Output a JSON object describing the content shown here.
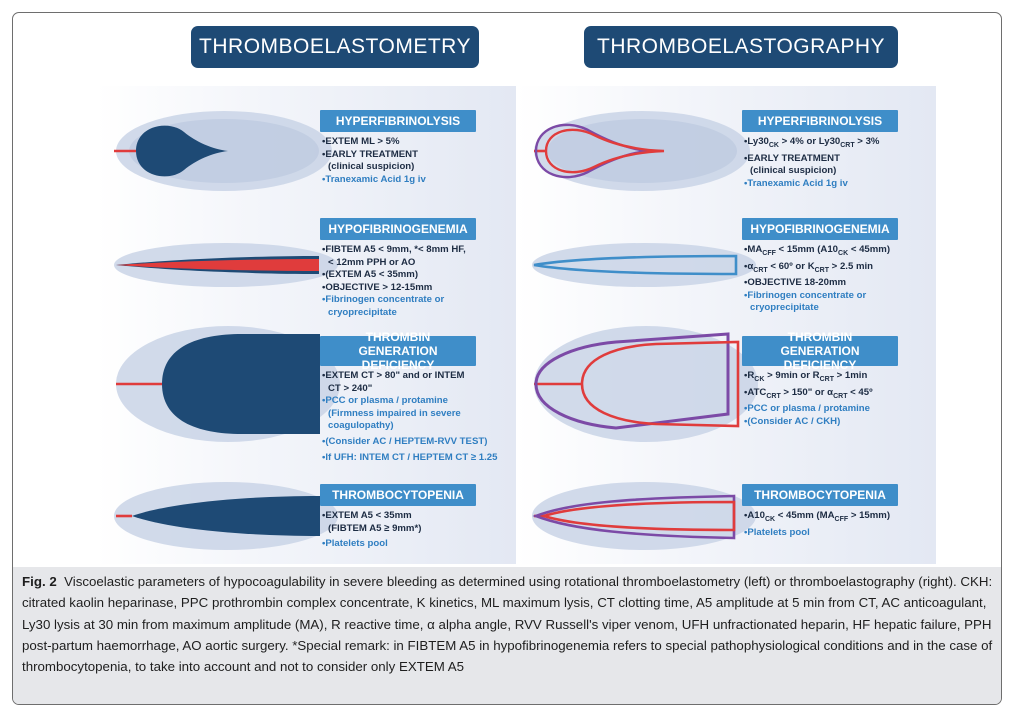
{
  "left": {
    "title": "THROMBOELASTOMETRY",
    "sections": [
      {
        "header": "HYPERFIBRINOLYSIS",
        "lines": [
          {
            "text": "•EXTEM ML > 5%",
            "style": "dark"
          },
          {
            "text": "•EARLY TREATMENT",
            "style": "dark"
          },
          {
            "text": "(clinical suspicion)",
            "style": "dark"
          },
          {
            "text": "•Tranexamic Acid 1g iv",
            "style": "blue"
          }
        ]
      },
      {
        "header": "HYPOFIBRINOGENEMIA",
        "lines": [
          {
            "text": "•FIBTEM A5 < 9mm, *< 8mm HF,",
            "style": "dark"
          },
          {
            "text": "< 12mm PPH or AO",
            "style": "dark"
          },
          {
            "text": "•(EXTEM A5 < 35mm)",
            "style": "dark"
          },
          {
            "text": "•OBJECTIVE > 12-15mm",
            "style": "dark"
          },
          {
            "text": "•Fibrinogen concentrate or",
            "style": "blue"
          },
          {
            "text": "cryoprecipitate",
            "style": "blue"
          }
        ]
      },
      {
        "header": "THROMBIN GENERATION DEFICIENCY",
        "lines": [
          {
            "text": "•EXTEM CT > 80\" and or INTEM",
            "style": "dark"
          },
          {
            "text": "CT > 240\"",
            "style": "dark"
          },
          {
            "text": "•PCC or plasma / protamine",
            "style": "blue"
          },
          {
            "text": "(Firmness impaired in severe",
            "style": "blue"
          },
          {
            "text": "coagulopathy)",
            "style": "blue"
          },
          {
            "text": "•(Consider AC / HEPTEM-RVV TEST)",
            "style": "blue"
          },
          {
            "text": "•If UFH: INTEM CT / HEPTEM CT ≥ 1.25",
            "style": "blue"
          }
        ]
      },
      {
        "header": "THROMBOCYTOPENIA",
        "lines": [
          {
            "text": "•EXTEM A5 < 35mm",
            "style": "dark"
          },
          {
            "text": "(FIBTEM A5 ≥ 9mm*)",
            "style": "dark"
          },
          {
            "text": "•Platelets pool",
            "style": "blue"
          }
        ]
      }
    ]
  },
  "right": {
    "title": "THROMBOELASTOGRAPHY",
    "sections": [
      {
        "header": "HYPERFIBRINOLYSIS",
        "lines": [
          {
            "text": "•Ly30CK > 4% or Ly30CRT > 3%",
            "style": "dark"
          },
          {
            "text": "•EARLY TREATMENT",
            "style": "dark"
          },
          {
            "text": "(clinical suspicion)",
            "style": "dark"
          },
          {
            "text": "•Tranexamic Acid 1g iv",
            "style": "blue"
          }
        ]
      },
      {
        "header": "HYPOFIBRINOGENEMIA",
        "lines": [
          {
            "text": "•MACFF < 15mm (A10CK < 45mm)",
            "style": "dark"
          },
          {
            "text": "•αCRT < 60º or KCRT > 2.5 min",
            "style": "dark"
          },
          {
            "text": "•OBJECTIVE 18-20mm",
            "style": "dark"
          },
          {
            "text": "•Fibrinogen concentrate or",
            "style": "blue"
          },
          {
            "text": "cryoprecipitate",
            "style": "blue"
          }
        ]
      },
      {
        "header": "THROMBIN GENERATION DEFICIENCY",
        "lines": [
          {
            "text": "•RCK > 9min or RCRT > 1min",
            "style": "dark"
          },
          {
            "text": "•ATCCRT > 150\" or αCRT < 45º",
            "style": "dark"
          },
          {
            "text": "•PCC or plasma / protamine",
            "style": "blue"
          },
          {
            "text": "•(Consider AC / CKH)",
            "style": "blue"
          }
        ]
      },
      {
        "header": "THROMBOCYTOPENIA",
        "lines": [
          {
            "text": "•A10CK < 45mm (MACFF > 15mm)",
            "style": "dark"
          },
          {
            "text": "•Platelets pool",
            "style": "blue"
          }
        ]
      }
    ]
  },
  "caption": {
    "label": "Fig. 2",
    "text": "Viscoelastic parameters of hypocoagulability in severe bleeding as determined using rotational thromboelastometry (left) or thromboelastography (right). CKH: citrated kaolin heparinase, PPC prothrombin complex concentrate, K kinetics, ML maximum lysis, CT clotting time, A5 amplitude at 5 min from CT, AC anticoagulant, Ly30 lysis at 30 min from maximum amplitude (MA), R reactive time, α alpha angle, RVV Russell's viper venom, UFH unfractionated heparin, HF hepatic failure, PPH post-partum haemorrhage, AO aortic surgery. *Special remark: in FIBTEM A5 in hypofibrinogenemia refers to special pathophysiological conditions and in the case of thrombocytopenia, to take into account and not to consider only EXTEM A5"
  },
  "colors": {
    "title_bg": "#1e4a75",
    "header_bg": "#3f8ec9",
    "trace_dark": "#1e4a75",
    "trace_red": "#e03c3c",
    "trace_purple": "#7c4aa6",
    "trace_blue": "#3f8ec9",
    "text_dark": "#1d2c43",
    "text_blue": "#2f7ec1"
  }
}
